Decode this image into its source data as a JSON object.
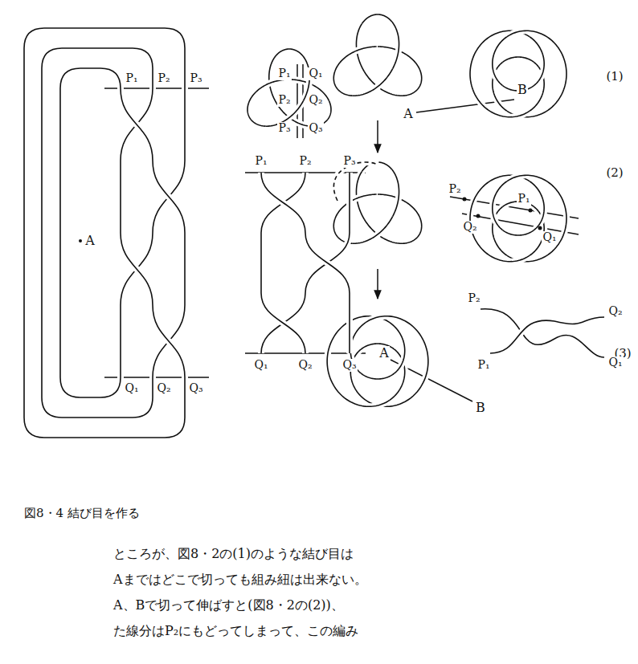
{
  "diagram": {
    "caption": "図8・4 結び目を作る",
    "labels": [
      "(1)",
      "A",
      "B",
      "(2)",
      "P₂",
      "Q₂",
      "P₁",
      "Q₁",
      "(3)",
      "P₂",
      "Q₂",
      "P₁",
      "Q₁",
      "Q₁",
      "Q₂",
      "Q₃",
      "P₁",
      "P₂",
      "P₃",
      "A",
      "B",
      "P₁",
      "P₂",
      "P₃",
      "Q₁",
      "Q₂",
      "Q₃",
      "P₁",
      "P₂",
      "P₃",
      "Q₁",
      "Q₂",
      "Q₃",
      "A",
      "ところが、図8・2の(1)のような結び目は",
      "Aまではどこで切っても組み紐は出来ない。",
      "A、Bで切って伸ばすと(図8・2の(2))、",
      "た線分はP₂にもどってしまって、この編み"
    ]
  }
}
